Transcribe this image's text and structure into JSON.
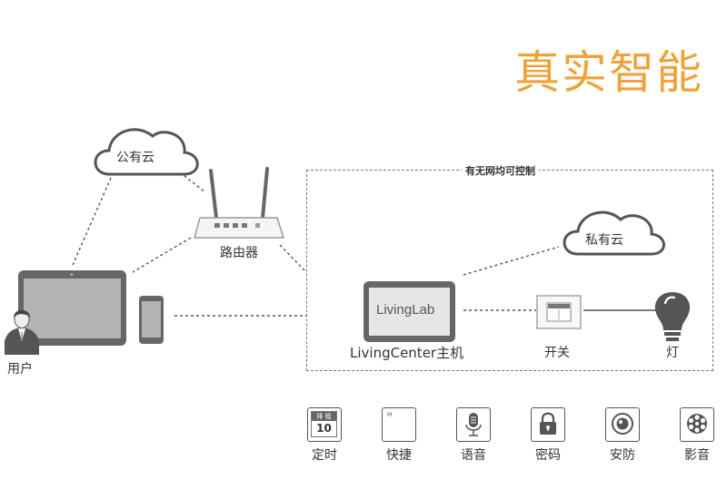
{
  "title": "真实智能",
  "nodes": {
    "public_cloud": "公有云",
    "router": "路由器",
    "box_caption": "有无网均可控制",
    "private_cloud": "私有云",
    "hub_screen": "LivingLab",
    "hub": "LivingCenter主机",
    "switch": "开关",
    "light": "灯",
    "user": "用户"
  },
  "features": [
    {
      "label": "定时",
      "icon": "calendar-icon",
      "top_text": "排 程",
      "number": "10"
    },
    {
      "label": "快捷",
      "icon": "shortcut-icon",
      "mark": "H"
    },
    {
      "label": "语音",
      "icon": "microphone-icon"
    },
    {
      "label": "密码",
      "icon": "lock-icon"
    },
    {
      "label": "安防",
      "icon": "camera-icon"
    },
    {
      "label": "影音",
      "icon": "film-reel-icon"
    }
  ],
  "colors": {
    "accent": "#f0a23a",
    "device": "#666666",
    "screen": "#b3b3b3"
  }
}
